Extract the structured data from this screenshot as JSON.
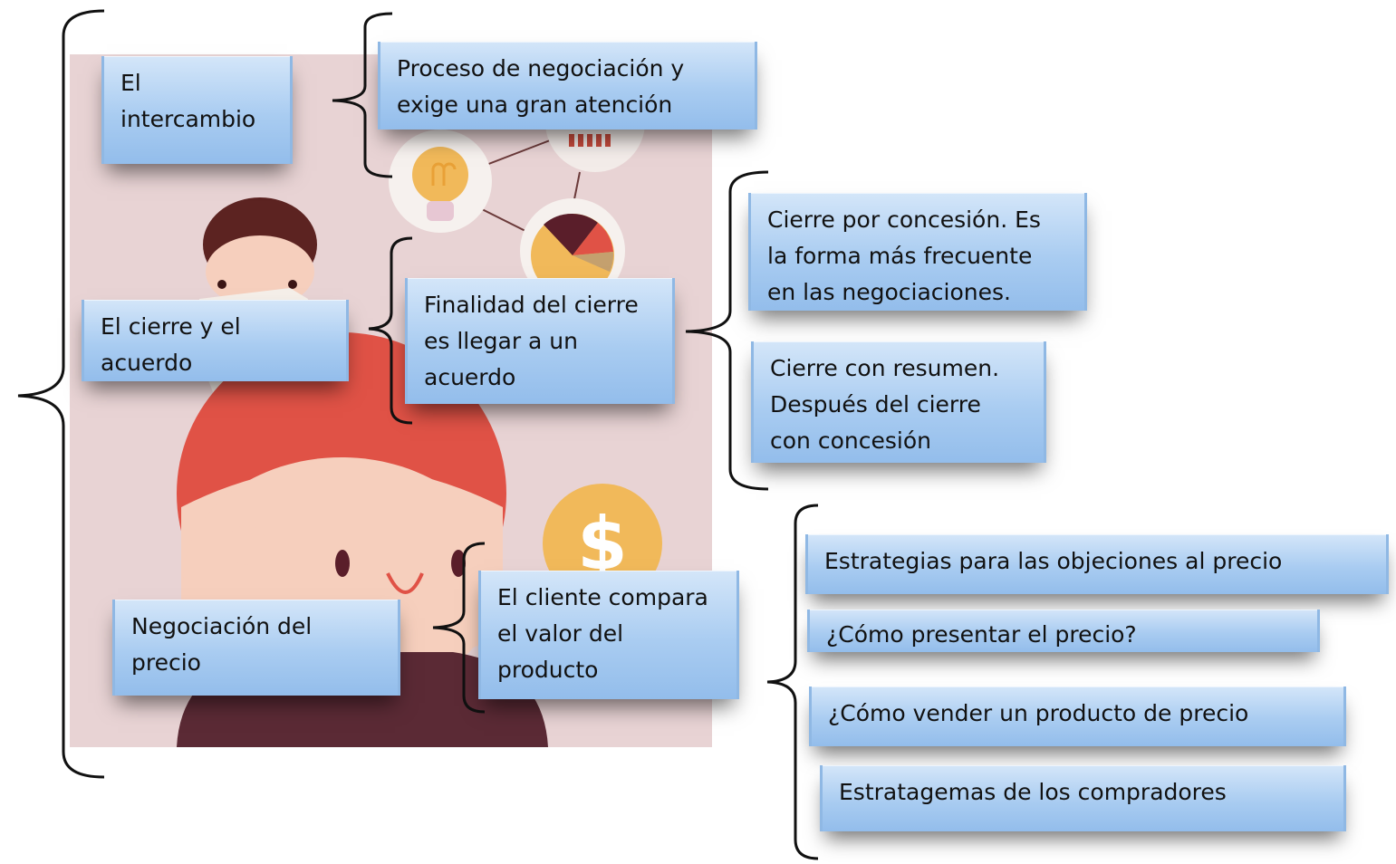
{
  "colors": {
    "background_panel": "#e8d3d4",
    "box_fill": "#a9ccf1",
    "hair": "#5c2321",
    "head_red": "#e05246",
    "skin": "#f6cfbd",
    "coin": "#f1b95a",
    "shirt": "#5b2a35"
  },
  "icons": [
    "lightbulb-icon",
    "pie-chart-icon",
    "bar-chart-icon",
    "dollar-coin-icon"
  ],
  "boxes": {
    "intercambio": "El\nintercambio",
    "proceso": "Proceso de negociación y\nexige una gran atención",
    "cierre_acuerdo": "El cierre y el\nacuerdo",
    "finalidad": "Finalidad del cierre\nes llegar a un\nacuerdo",
    "cierre_concesion": "Cierre por concesión. Es\nla forma más frecuente\nen las negociaciones.",
    "cierre_resumen": "Cierre con resumen.\nDespués del cierre\ncon concesión",
    "negociacion_precio": "Negociación del\nprecio",
    "cliente_compara": "El cliente compara\nel valor del\nproducto",
    "estrategias": "Estrategias para las objeciones al precio",
    "presentar_precio": "¿Cómo presentar el precio?",
    "vender_producto": "¿Cómo vender un producto de precio",
    "estratagemas": "Estratagemas de los compradores"
  }
}
